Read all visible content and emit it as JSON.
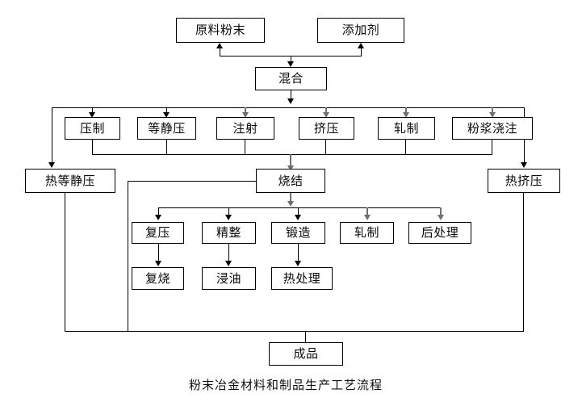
{
  "diagram": {
    "caption": "粉末冶金材料和制品生产工艺流程",
    "nodes": {
      "raw_powder": "原料粉末",
      "additive": "添加剂",
      "mixing": "混合",
      "pressing": "压制",
      "isostatic_pressing": "等静压",
      "injection": "注射",
      "extrusion": "挤压",
      "rolling": "轧制",
      "slip_casting": "粉浆浇注",
      "hot_isostatic_pressing": "热等静压",
      "sintering": "烧结",
      "hot_extrusion": "热挤压",
      "repressing": "复压",
      "sizing": "精整",
      "forging": "锻造",
      "rolling2": "轧制",
      "post_treatment": "后处理",
      "resintering": "复烧",
      "oil_impregnation": "浸油",
      "heat_treatment": "热处理",
      "finished_product": "成品"
    },
    "colors": {
      "line": "#000000",
      "line_accent": "#6f6f6f",
      "box_border": "#000000",
      "box_fill": "#ffffff",
      "text": "#0a0a0a"
    }
  }
}
